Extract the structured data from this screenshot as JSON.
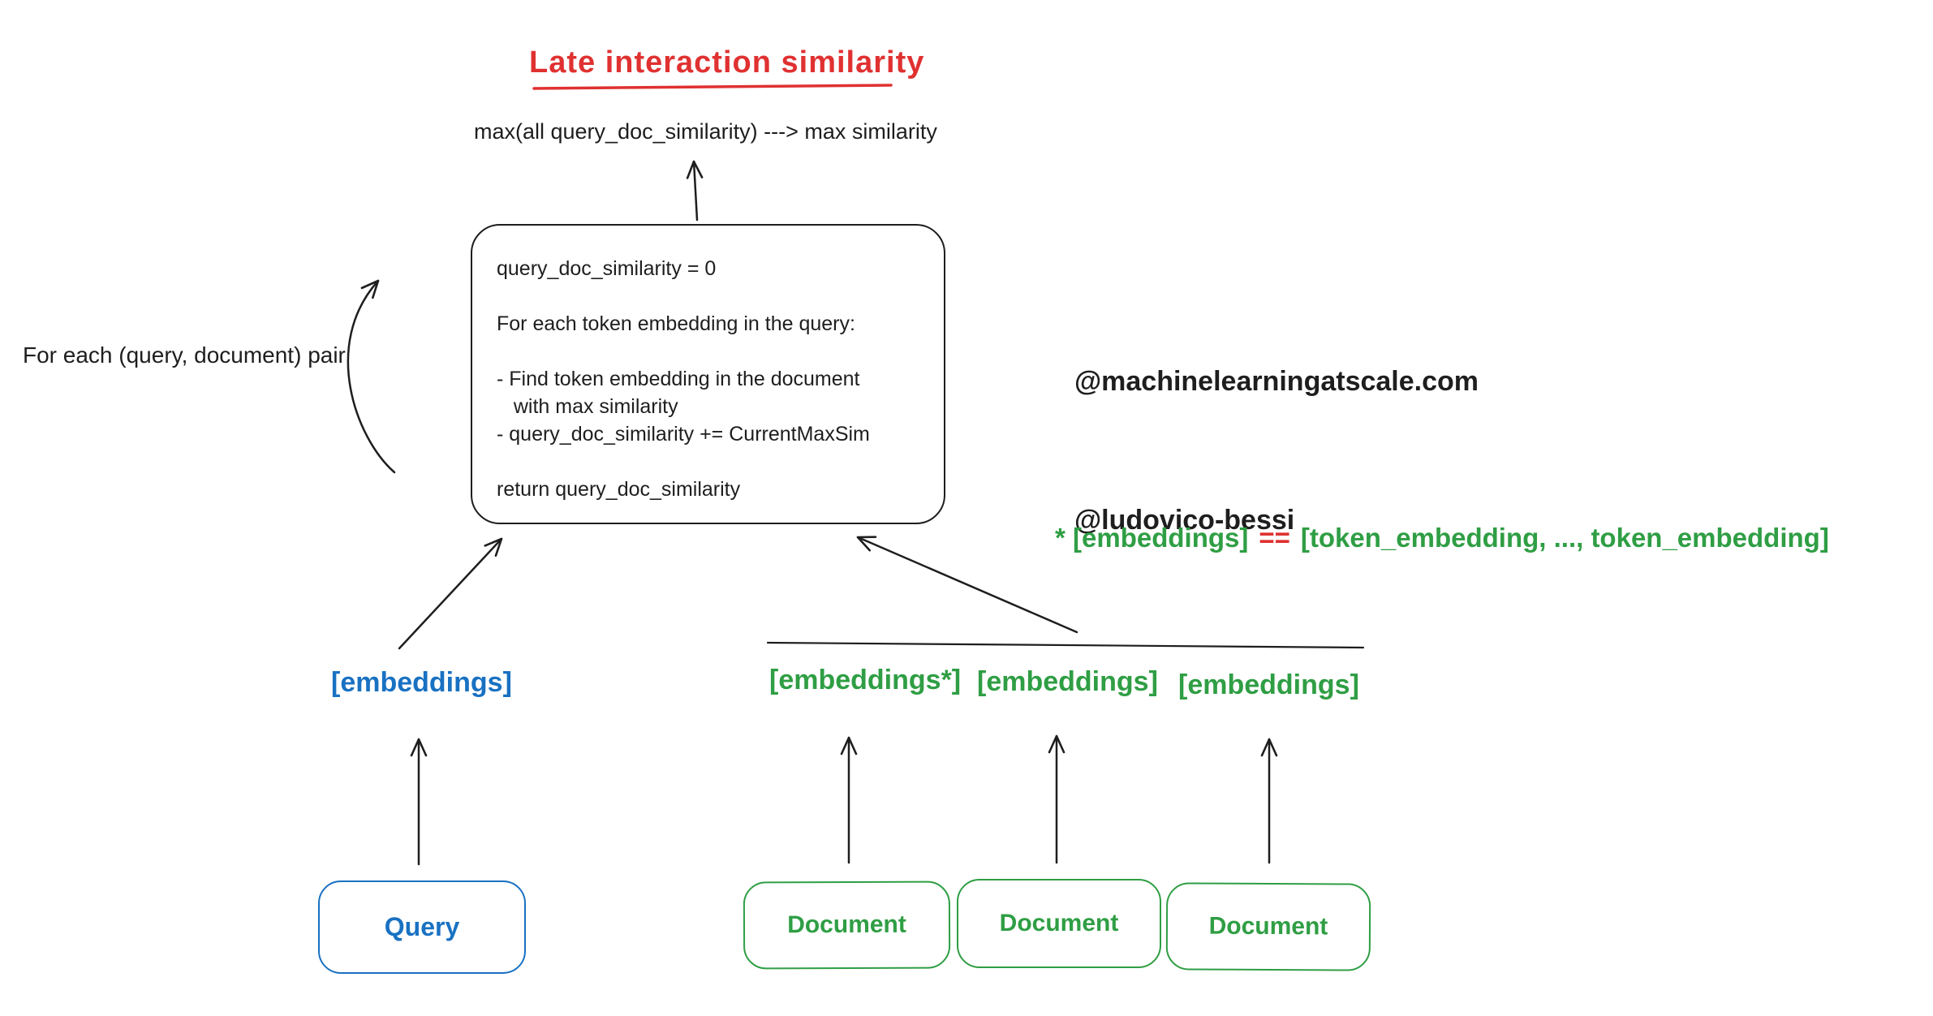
{
  "canvas": {
    "background": "#ffffff"
  },
  "colors": {
    "ink": "#1e1e1e",
    "red": "#e03131",
    "blue": "#1971c2",
    "green": "#2f9e44"
  },
  "title": {
    "text": "Late interaction similarity"
  },
  "flow_note": {
    "text": "max(all query_doc_similarity) ---> max similarity"
  },
  "algorithm_box": {
    "lines": [
      "query_doc_similarity = 0",
      "",
      "For each token embedding in the query:",
      "",
      "- Find token embedding in the document",
      "   with max similarity",
      "- query_doc_similarity += CurrentMaxSim",
      "",
      "return query_doc_similarity"
    ]
  },
  "credits": {
    "handle1": "@machinelearningatscale.com",
    "handle2": "@ludovico-bessi"
  },
  "loop_label": {
    "text": "For each (query, document) pair"
  },
  "legend": {
    "lhs": "* [embeddings]",
    "operator": "==",
    "rhs": "[token_embedding, ..., token_embedding]"
  },
  "query_branch": {
    "embeddings_label": "[embeddings]",
    "source_label": "Query"
  },
  "documents_branch": {
    "embeddings_labels": [
      "[embeddings*]",
      "[embeddings]",
      "[embeddings]"
    ],
    "source_labels": [
      "Document",
      "Document",
      "Document"
    ]
  }
}
